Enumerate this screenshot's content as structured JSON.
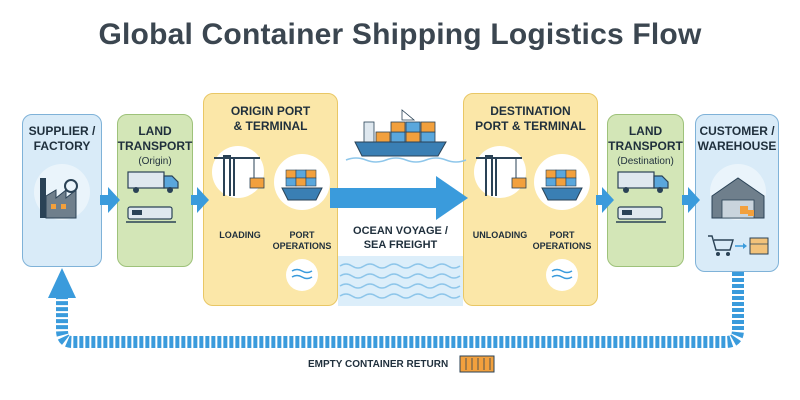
{
  "title": "Global Container Shipping Logistics Flow",
  "nodes": {
    "supplier": {
      "line1": "SUPPLIER /",
      "line2": "FACTORY"
    },
    "land_origin": {
      "line1": "LAND",
      "line2": "TRANSPORT",
      "sub": "(Origin)"
    },
    "origin_port": {
      "line1": "ORIGIN PORT",
      "line2": "& TERMINAL",
      "step1": "LOADING",
      "step2_line1": "PORT",
      "step2_line2": "OPERATIONS"
    },
    "ocean": {
      "line1": "OCEAN VOYAGE /",
      "line2": "SEA FREIGHT"
    },
    "destination_port": {
      "line1": "DESTINATION",
      "line2": "PORT & TERMINAL",
      "step1": "UNLOADING",
      "step2_line1": "PORT",
      "step2_line2": "OPERATIONS"
    },
    "land_destination": {
      "line1": "LAND",
      "line2": "TRANSPORT",
      "sub": "(Destination)"
    },
    "customer": {
      "line1": "CUSTOMER /",
      "line2": "WAREHOUSE"
    }
  },
  "return_label": "EMPTY CONTAINER RETURN",
  "colors": {
    "blue_panel": "#d9ebf8",
    "green_panel": "#d3e6b7",
    "yellow_panel": "#fbe7a8",
    "arrow": "#3a9bdc",
    "container": "#f2a03d"
  }
}
